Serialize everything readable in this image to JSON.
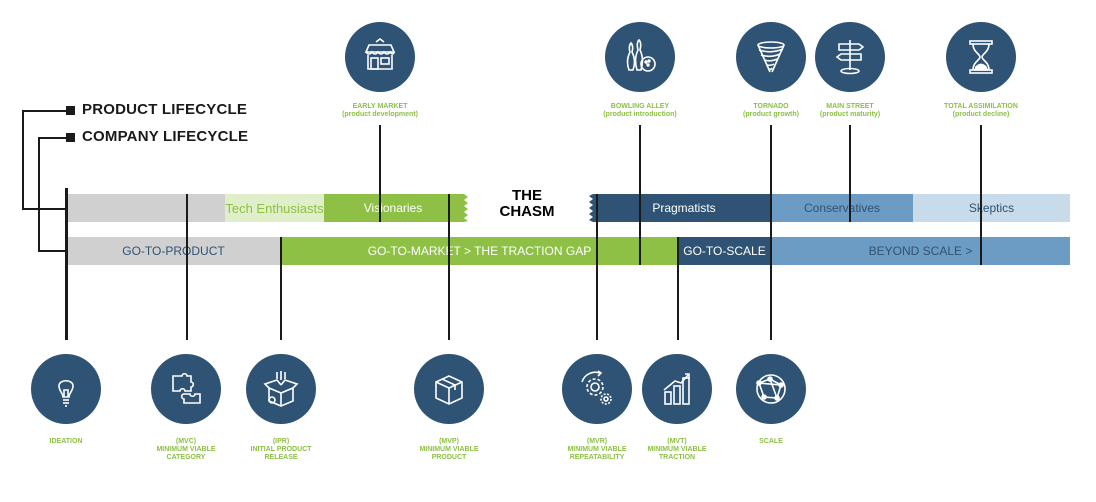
{
  "legend": {
    "product": "PRODUCT LIFECYCLE",
    "company": "COMPANY LIFECYCLE"
  },
  "chasm": {
    "line1": "THE",
    "line2": "CHASM"
  },
  "adoption_bar": [
    {
      "label": "",
      "color": "#d0d0d0",
      "text_color": "#4a4a4a"
    },
    {
      "label": "Tech Enthusiasts",
      "color": "#e0efc9",
      "text_color": "#8dc045"
    },
    {
      "label": "Visionaries",
      "color": "#8dc045",
      "text_color": "#ffffff"
    },
    {
      "label": "Pragmatists",
      "color": "#2f5374",
      "text_color": "#ffffff"
    },
    {
      "label": "Conservatives",
      "color": "#6c9cc4",
      "text_color": "#2f5374"
    },
    {
      "label": "Skeptics",
      "color": "#c8dbea",
      "text_color": "#2f5374"
    }
  ],
  "company_bar": [
    {
      "label": "GO-TO-PRODUCT",
      "color": "#d0d0d0",
      "text_color": "#2f5374"
    },
    {
      "label": "GO-TO-MARKET > THE TRACTION GAP",
      "color": "#8dc045",
      "text_color": "#ffffff"
    },
    {
      "label": "GO-TO-SCALE",
      "color": "#2f5374",
      "text_color": "#ffffff"
    },
    {
      "label": "BEYOND SCALE >",
      "color": "#6c9cc4",
      "text_color": "#2f5374"
    }
  ],
  "top_stages": [
    {
      "title": "EARLY MARKET",
      "subtitle": "(product development)",
      "icon": "storefront-icon"
    },
    {
      "title": "BOWLING ALLEY",
      "subtitle": "(product introduction)",
      "icon": "bowling-icon"
    },
    {
      "title": "TORNADO",
      "subtitle": "(product growth)",
      "icon": "tornado-icon"
    },
    {
      "title": "MAIN STREET",
      "subtitle": "(product maturity)",
      "icon": "signpost-icon"
    },
    {
      "title": "TOTAL ASSIMILATION",
      "subtitle": "(product decline)",
      "icon": "hourglass-icon"
    }
  ],
  "bottom_stages": [
    {
      "lines": [
        "IDEATION"
      ],
      "icon": "lightbulb-icon"
    },
    {
      "lines": [
        "(MVC)",
        "MINIMUM VIABLE",
        "CATEGORY"
      ],
      "icon": "puzzle-icon"
    },
    {
      "lines": [
        "(IPR)",
        "INITIAL PRODUCT",
        "RELEASE"
      ],
      "icon": "open-box-icon"
    },
    {
      "lines": [
        "(MVP)",
        "MINIMUM VIABLE",
        "PRODUCT"
      ],
      "icon": "box-icon"
    },
    {
      "lines": [
        "(MVR)",
        "MINIMUM VIABLE",
        "REPEATABILITY"
      ],
      "icon": "gears-icon"
    },
    {
      "lines": [
        "(MVT)",
        "MINIMUM VIABLE",
        "TRACTION"
      ],
      "icon": "bar-chart-icon"
    },
    {
      "lines": [
        "SCALE"
      ],
      "icon": "network-globe-icon"
    }
  ]
}
